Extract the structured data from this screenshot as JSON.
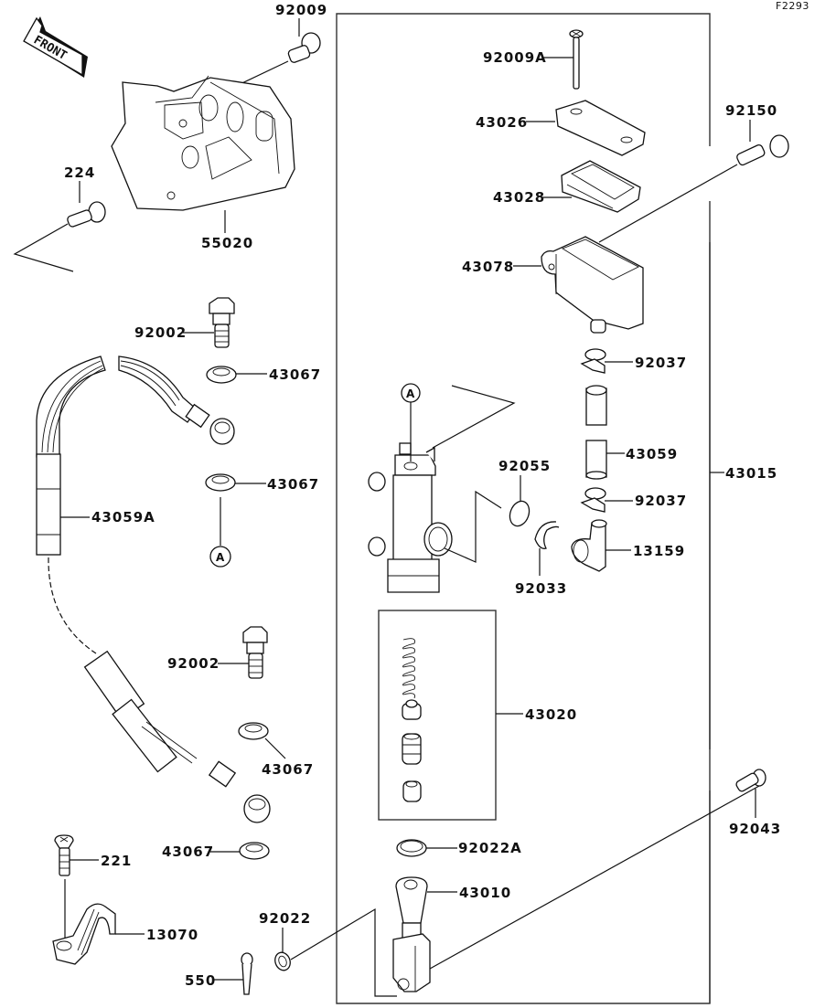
{
  "diagram": {
    "reference_code": "F2293",
    "direction_marker": "FRONT",
    "callout_marker": "A",
    "assembly_label": "43015",
    "piston_kit_label": "43020",
    "parts": [
      {
        "id": "p92009",
        "label": "92009",
        "name": "bolt"
      },
      {
        "id": "p224",
        "label": "224",
        "name": "bolt"
      },
      {
        "id": "p55020",
        "label": "55020",
        "name": "guard"
      },
      {
        "id": "p92009A",
        "label": "92009A",
        "name": "screw"
      },
      {
        "id": "p43026",
        "label": "43026",
        "name": "reservoir-cap"
      },
      {
        "id": "p43028",
        "label": "43028",
        "name": "diaphragm"
      },
      {
        "id": "p92150",
        "label": "92150",
        "name": "bolt"
      },
      {
        "id": "p43078",
        "label": "43078",
        "name": "reservoir-tank"
      },
      {
        "id": "p92002a",
        "label": "92002",
        "name": "banjo-bolt"
      },
      {
        "id": "p43067a",
        "label": "43067",
        "name": "washer"
      },
      {
        "id": "p43067b",
        "label": "43067",
        "name": "washer"
      },
      {
        "id": "p43059A",
        "label": "43059A",
        "name": "brake-hose"
      },
      {
        "id": "p92037a",
        "label": "92037",
        "name": "clamp"
      },
      {
        "id": "p43059",
        "label": "43059",
        "name": "reservoir-hose"
      },
      {
        "id": "p92037b",
        "label": "92037",
        "name": "clamp"
      },
      {
        "id": "p92055",
        "label": "92055",
        "name": "o-ring"
      },
      {
        "id": "p92033",
        "label": "92033",
        "name": "circlip"
      },
      {
        "id": "p13159",
        "label": "13159",
        "name": "hose-fitting"
      },
      {
        "id": "p92002b",
        "label": "92002",
        "name": "banjo-bolt"
      },
      {
        "id": "p43067c",
        "label": "43067",
        "name": "washer"
      },
      {
        "id": "p43067d",
        "label": "43067",
        "name": "washer"
      },
      {
        "id": "p221",
        "label": "221",
        "name": "screw"
      },
      {
        "id": "p13070",
        "label": "13070",
        "name": "hose-clamp"
      },
      {
        "id": "p92022A",
        "label": "92022A",
        "name": "circlip"
      },
      {
        "id": "p43010",
        "label": "43010",
        "name": "push-rod"
      },
      {
        "id": "p92022",
        "label": "92022",
        "name": "washer"
      },
      {
        "id": "p550",
        "label": "550",
        "name": "cotter-pin"
      },
      {
        "id": "p92043",
        "label": "92043",
        "name": "pin"
      }
    ]
  }
}
